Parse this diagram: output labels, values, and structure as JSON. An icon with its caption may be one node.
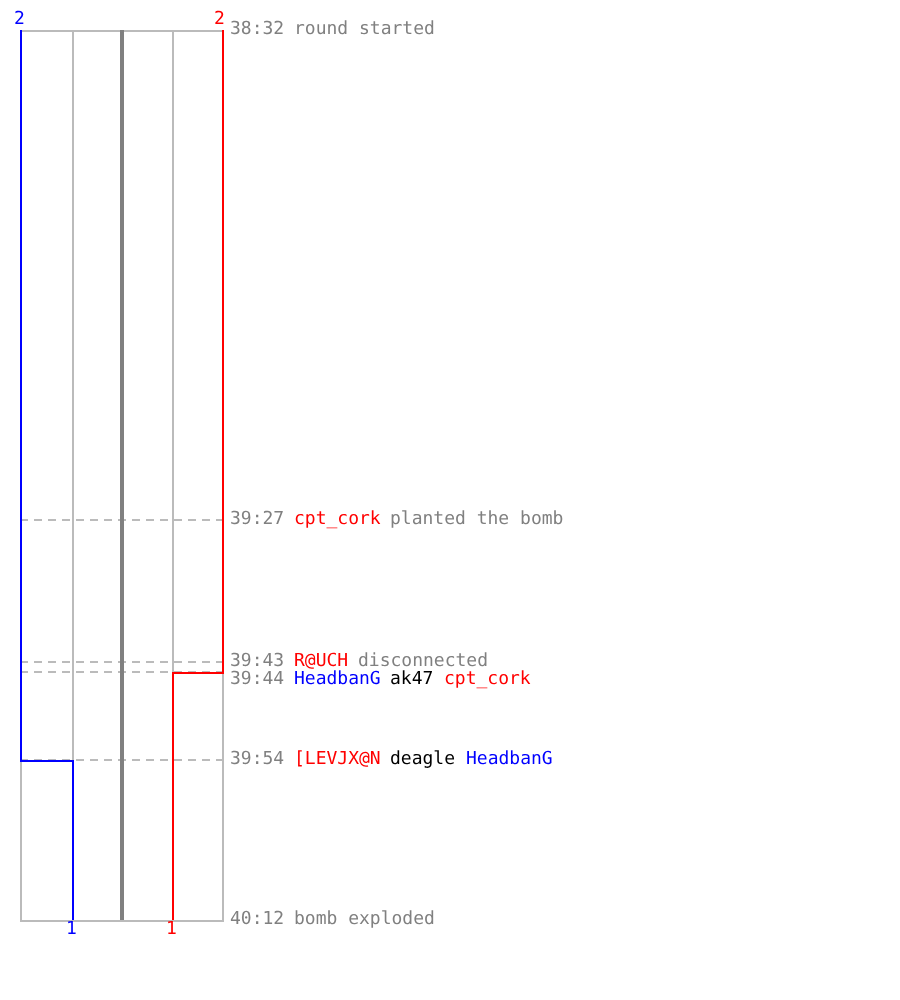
{
  "diagram": {
    "labels": [
      "2",
      "2",
      "38:32",
      "round started",
      "39:27",
      "cpt_cork",
      "planted the bomb",
      "39:43",
      "R@UCH",
      "disconnected",
      "39:44",
      "HeadbanG",
      "ak47",
      "cpt_cork",
      "39:54",
      "[LEVJX@N",
      "deagle",
      "HeadbanG",
      "1",
      "1",
      "40:12",
      "bomb exploded"
    ]
  }
}
